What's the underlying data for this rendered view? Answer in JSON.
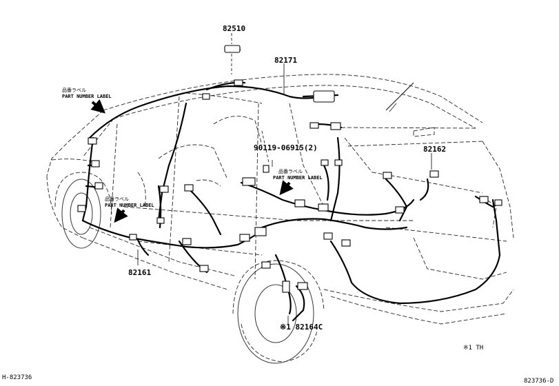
{
  "parts": {
    "p82510": "82510",
    "p82171": "82171",
    "p90119": "90119-06915(2)",
    "p82162": "82162",
    "p82161": "82161",
    "p82164c": "82164C",
    "p82164c_mark": "※1"
  },
  "labels": {
    "jp": "品番ラベル",
    "en": "PART NUMBER LABEL"
  },
  "footnote": {
    "mark": "※1",
    "text": "TH"
  },
  "ids": {
    "left": "H-823736",
    "right": "823736-D"
  }
}
